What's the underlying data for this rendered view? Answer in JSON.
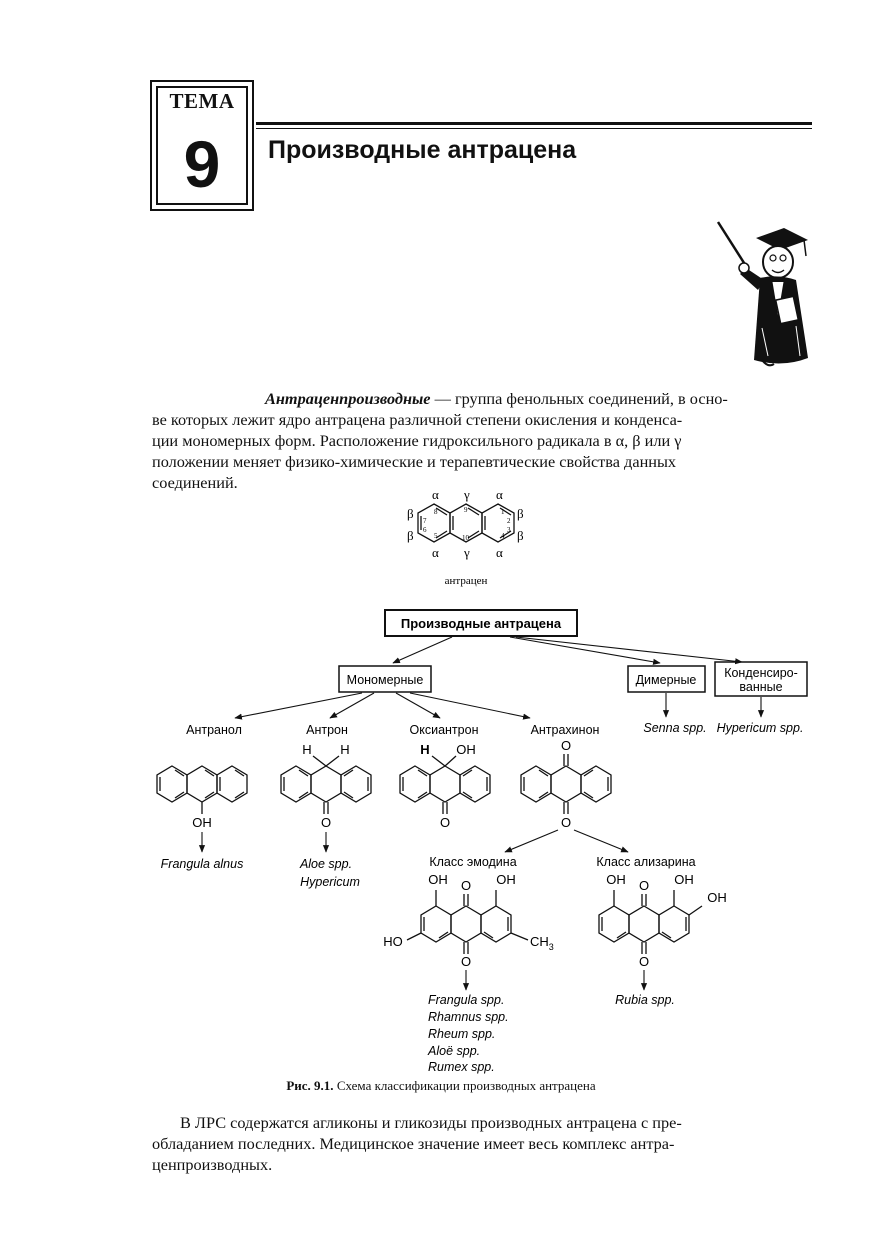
{
  "header": {
    "topic_label": "ТЕМА",
    "topic_number": "9",
    "chapter_title": "Производные антрацена"
  },
  "intro": {
    "term": "Антраценпроизводные",
    "line1_rest": " — группа фенольных соединений, в осно-",
    "lines": [
      "ве которых лежит ядро антрацена различной степени окисления и конденса-",
      "ции мономерных форм. Расположение гидроксильного радикала в α, β или γ",
      "положении меняет физико-химические и терапевтические свойства данных",
      "соединений."
    ]
  },
  "anthracene": {
    "caption": "антрацен",
    "alpha": "α",
    "beta": "β",
    "gamma": "γ",
    "numbers": [
      "1",
      "2",
      "3",
      "4",
      "5",
      "6",
      "7",
      "8",
      "9",
      "10"
    ]
  },
  "scheme": {
    "root": "Производные антрацена",
    "monomeric": "Мономерные",
    "dimeric": "Димерные",
    "condensed_line1": "Конденсиро-",
    "condensed_line2": "ванные",
    "senna": "Senna spp.",
    "hypericum_spp": "Hypericum spp.",
    "anthranol": "Антранол",
    "anthrone": "Антрон",
    "oxyanthrone": "Оксиантрон",
    "anthraquinone": "Антрахинон",
    "frangula_alnus": "Frangula alnus",
    "aloe_spp": "Aloe spp.",
    "hypericum": "Hypericum",
    "emodin_class": "Класс эмодина",
    "alizarin_class": "Класс ализарина",
    "emodin_sources": [
      "Frangula spp.",
      "Rhamnus spp.",
      "Rheum spp.",
      "Aloë spp.",
      "Rumex spp."
    ],
    "rubia": "Rubia spp.",
    "atoms": {
      "oh": "OH",
      "o": "O",
      "h": "H",
      "ho": "HO",
      "ch3": "CH",
      "ch3_sub": "3"
    }
  },
  "figure_caption": {
    "label": "Рис. 9.1.",
    "text": " Схема классификации производных антрацена"
  },
  "closing": {
    "lines": [
      "В ЛРС содержатся агликоны и гликозиды производных антрацена с пре-",
      "обладанием последних. Медицинское значение имеет весь комплекс антра-",
      "ценпроизводных."
    ]
  }
}
